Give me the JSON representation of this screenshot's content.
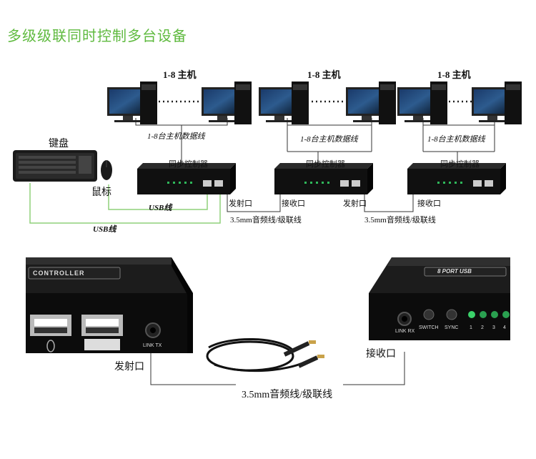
{
  "title": "多级级联同时控制多台设备",
  "groups": [
    {
      "host_label": "1-8 主机",
      "cable_label": "1-8台主机数据线",
      "controller_label": "同步控制器"
    },
    {
      "host_label": "1-8 主机",
      "cable_label": "1-8台主机数据线",
      "controller_label": "同步控制器"
    },
    {
      "host_label": "1-8 主机",
      "cable_label": "1-8台主机数据线",
      "controller_label": "同步控制器"
    }
  ],
  "keyboard_label": "键盘",
  "mouse_label": "鼠标",
  "usb_cable_label_1": "USB线",
  "usb_cable_label_2": "USB线",
  "port_tx_label_1": "发射口",
  "port_rx_label_1": "接收口",
  "port_tx_label_2": "发射口",
  "port_rx_label_2": "接收口",
  "audio_cable_label_1": "3.5mm音频线/级联线",
  "audio_cable_label_2": "3.5mm音频线/级联线",
  "detail": {
    "controller_text": "CONTROLLER",
    "port_usb_text": "8 PORT USB",
    "link_tx_text": "LINK TX",
    "link_rx_text": "LINK RX",
    "switch_text": "SWITCH",
    "sync_text": "SYNC",
    "led_numbers": [
      "1",
      "2",
      "3",
      "4"
    ],
    "tx_label": "发射口",
    "rx_label": "接收口",
    "cable_label": "3.5mm音频线/级联线"
  },
  "colors": {
    "title": "#5fba3f",
    "usb_line": "#8fd07a",
    "led": "#3bd16a"
  }
}
